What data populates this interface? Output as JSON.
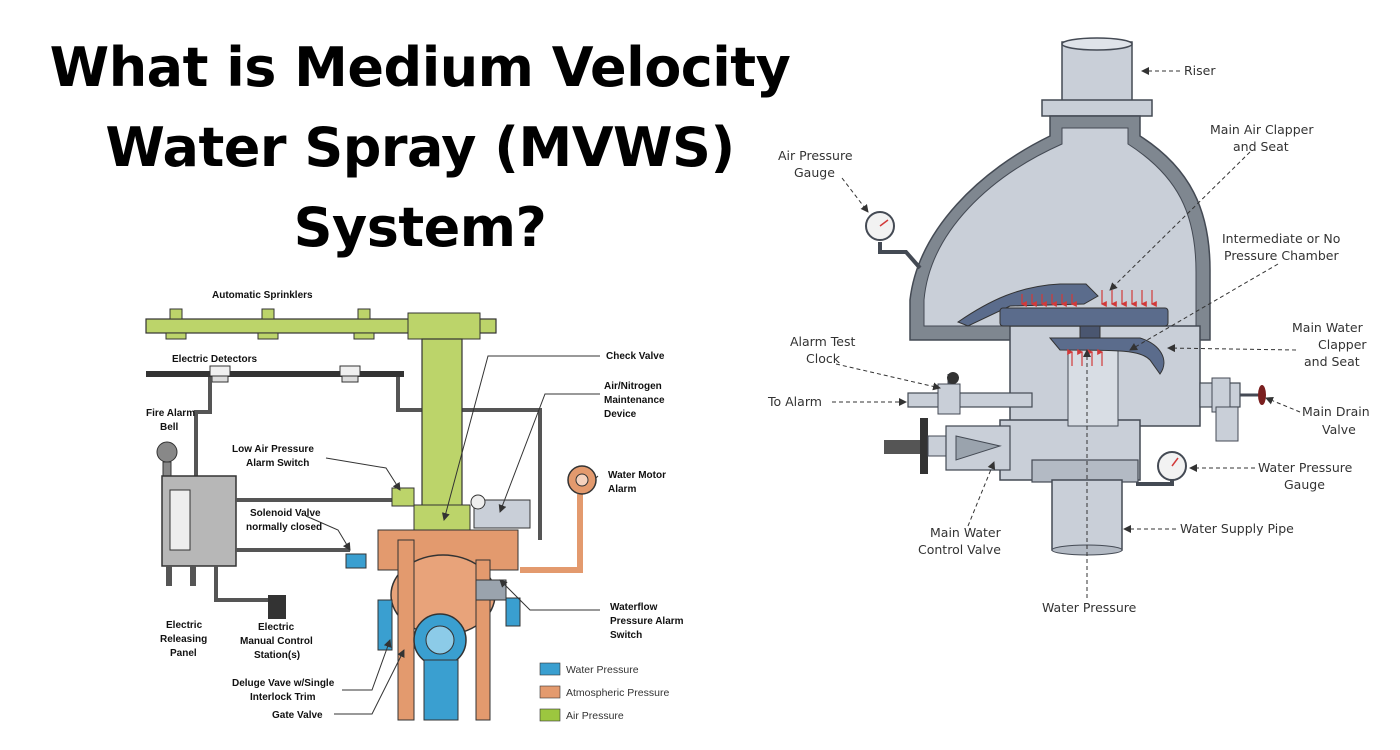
{
  "title": {
    "line1": "What is Medium Velocity",
    "line2": "Water Spray (MVWS)",
    "line3": "System?"
  },
  "left_diagram": {
    "labels": {
      "automatic_sprinklers": "Automatic Sprinklers",
      "electric_detectors": "Electric Detectors",
      "fire_alarm_bell_1": "Fire Alarm",
      "fire_alarm_bell_2": "Bell",
      "low_air_pressure_1": "Low Air Pressure",
      "low_air_pressure_2": "Alarm Switch",
      "solenoid_valve_1": "Solenoid Valve",
      "solenoid_valve_2": "normally closed",
      "check_valve": "Check Valve",
      "air_nitrogen_1": "Air/Nitrogen",
      "air_nitrogen_2": "Maintenance",
      "air_nitrogen_3": "Device",
      "water_motor_1": "Water Motor",
      "water_motor_2": "Alarm",
      "releasing_panel_1": "Electric",
      "releasing_panel_2": "Releasing",
      "releasing_panel_3": "Panel",
      "manual_station_1": "Electric",
      "manual_station_2": "Manual Control",
      "manual_station_3": "Station(s)",
      "deluge_valve_1": "Deluge Vave w/Single",
      "deluge_valve_2": "Interlock Trim",
      "gate_valve": "Gate Valve",
      "waterflow_1": "Waterflow",
      "waterflow_2": "Pressure Alarm",
      "waterflow_3": "Switch"
    },
    "legend": [
      {
        "label": "Water Pressure",
        "color": "#3a9fd0"
      },
      {
        "label": "Atmospheric Pressure",
        "color": "#e39a6e"
      },
      {
        "label": "Air Pressure",
        "color": "#9cc63f"
      }
    ]
  },
  "right_diagram": {
    "labels": {
      "riser": "Riser",
      "main_air_clapper_1": "Main Air Clapper",
      "main_air_clapper_2": "and Seat",
      "air_pressure_gauge_1": "Air Pressure",
      "air_pressure_gauge_2": "Gauge",
      "intermediate_1": "Intermediate or No",
      "intermediate_2": "Pressure Chamber",
      "alarm_test_1": "Alarm Test",
      "alarm_test_2": "Clock",
      "main_water_clapper_1": "Main Water",
      "main_water_clapper_2": "Clapper",
      "main_water_clapper_3": "and Seat",
      "to_alarm": "To Alarm",
      "main_drain_1": "Main Drain",
      "main_drain_2": "Valve",
      "water_pressure_gauge_1": "Water Pressure",
      "water_pressure_gauge_2": "Gauge",
      "water_supply_pipe": "Water Supply Pipe",
      "main_water_control_1": "Main Water",
      "main_water_control_2": "Control Valve",
      "water_pressure": "Water Pressure"
    }
  },
  "colors": {
    "air_green": "#bcd46a",
    "water_blue": "#3a9fd0",
    "atmospheric_orange": "#e39a6e",
    "valve_gray": "#c9cfd8",
    "valve_outline": "#444a54",
    "clapper_blue": "#5b6c8c",
    "arrow_red": "#d23a3a"
  }
}
